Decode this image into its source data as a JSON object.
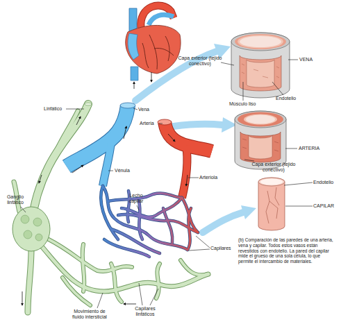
{
  "diagram": {
    "caption": "(b) Comparación de las paredes de una arteria, vena y capilar. Todos estos vasos están revestidos con endotelio. La pared del capilar mide el grueso de una sola célula, lo que permite el intercambio de materiales.",
    "labels": [
      "Capa exterior (tejido conectivo)",
      "VENA",
      "Músculo liso",
      "Endotelio",
      "Linfático",
      "Vena",
      "Arteria",
      "ARTERIA",
      "Capa exterior (tejido conectivo)",
      "Vénula",
      "Arteriola",
      "Endotelio",
      "CAPILAR",
      "Ganglio linfático",
      "Lecho capilar",
      "Capilares",
      "Movimiento de fluido intersticial",
      "Capilares linfáticos"
    ]
  }
}
